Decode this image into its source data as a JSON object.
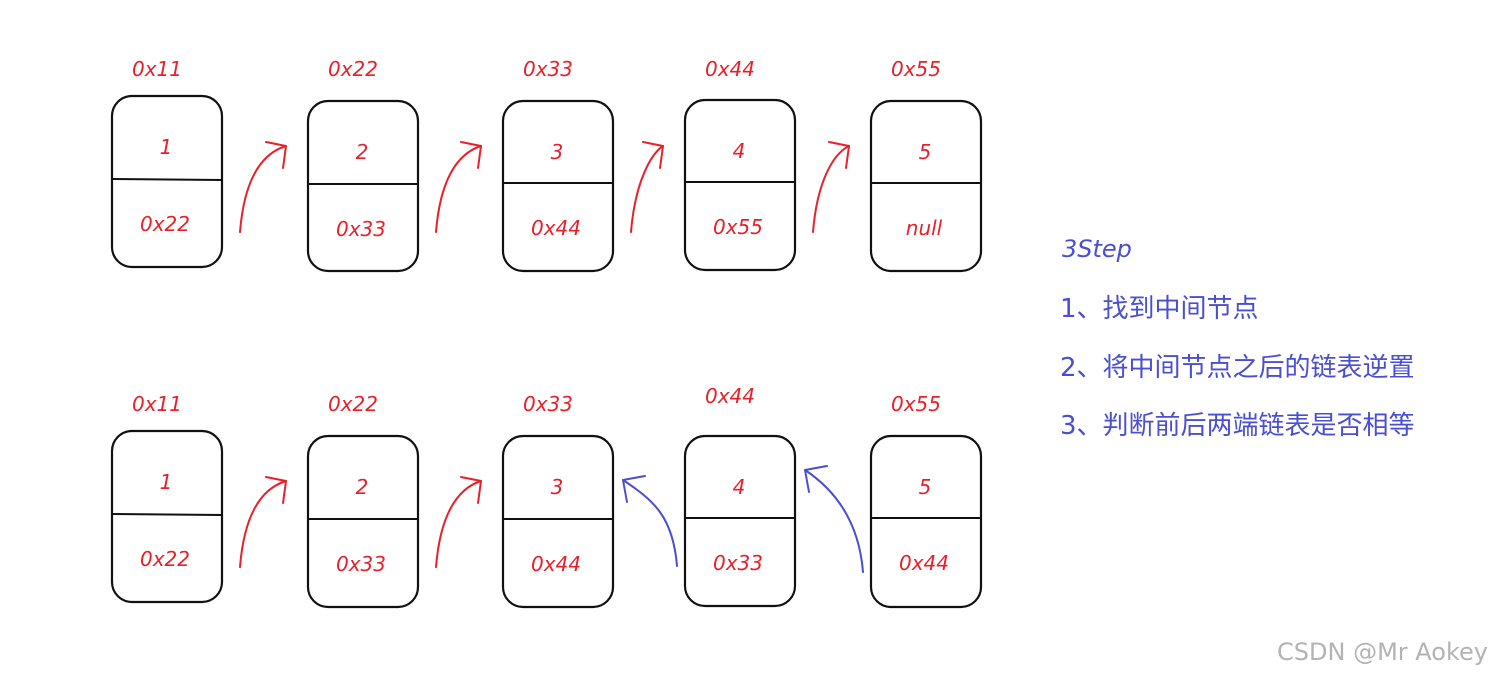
{
  "rows": [
    {
      "nodes": [
        {
          "addr": "0x11",
          "val": "1",
          "next": "0x22"
        },
        {
          "addr": "0x22",
          "val": "2",
          "next": "0x33"
        },
        {
          "addr": "0x33",
          "val": "3",
          "next": "0x44"
        },
        {
          "addr": "0x44",
          "val": "4",
          "next": "0x55"
        },
        {
          "addr": "0x55",
          "val": "5",
          "next": "null"
        }
      ],
      "arrows": [
        {
          "color": "#e8202a",
          "dir": "forward"
        },
        {
          "color": "#e8202a",
          "dir": "forward"
        },
        {
          "color": "#e8202a",
          "dir": "forward"
        },
        {
          "color": "#e8202a",
          "dir": "forward"
        }
      ]
    },
    {
      "nodes": [
        {
          "addr": "0x11",
          "val": "1",
          "next": "0x22"
        },
        {
          "addr": "0x22",
          "val": "2",
          "next": "0x33"
        },
        {
          "addr": "0x33",
          "val": "3",
          "next": "0x44"
        },
        {
          "addr": "0x44",
          "val": "4",
          "next": "0x33"
        },
        {
          "addr": "0x55",
          "val": "5",
          "next": "0x44"
        }
      ],
      "arrows": [
        {
          "color": "#e8202a",
          "dir": "forward"
        },
        {
          "color": "#e8202a",
          "dir": "forward"
        },
        {
          "color": "#4a4ed0",
          "dir": "backward"
        },
        {
          "color": "#4a4ed0",
          "dir": "backward"
        }
      ]
    }
  ],
  "steps": {
    "title": "3Step",
    "items": [
      "1、找到中间节点",
      "2、将中间节点之后的链表逆置",
      "3、判断前后两端链表是否相等"
    ]
  },
  "watermark": "CSDN @Mr  Aokey"
}
